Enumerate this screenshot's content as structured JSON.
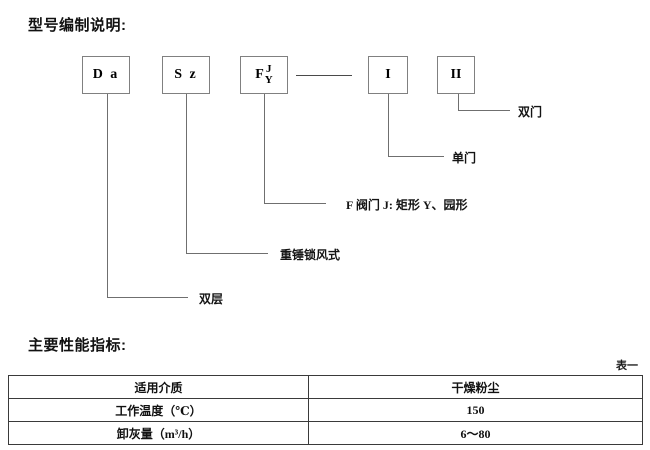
{
  "document": {
    "sections": [
      {
        "id": "model-code",
        "heading": "型号编制说明:"
      },
      {
        "id": "performance",
        "heading": "主要性能指标:"
      }
    ]
  },
  "model_diagram": {
    "heading": "型号编制说明:",
    "boxes": [
      {
        "id": "box-da",
        "text": "D a",
        "type": "plain"
      },
      {
        "id": "box-sz",
        "text": "S z",
        "type": "plain"
      },
      {
        "id": "box-f",
        "text": "F",
        "stacked_top": "J",
        "stacked_bottom": "Y",
        "type": "stacked"
      },
      {
        "id": "box-i",
        "text": "I",
        "type": "plain"
      },
      {
        "id": "box-ii",
        "text": "II",
        "type": "plain"
      }
    ],
    "separator": "—",
    "leaders": [
      {
        "id": "leader-shuangmen",
        "label": "双门",
        "from_box": "box-ii"
      },
      {
        "id": "leader-danmen",
        "label": "单门",
        "from_box": "box-i"
      },
      {
        "id": "leader-famen",
        "label": "F 阀门 J: 矩形  Y、园形",
        "from_box": "box-f"
      },
      {
        "id": "leader-zhongchui",
        "label": "重锤锁风式",
        "from_box": "box-sz"
      },
      {
        "id": "leader-shuangceng",
        "label": "双层",
        "from_box": "box-da"
      }
    ]
  },
  "performance": {
    "heading": "主要性能指标:",
    "table_caption": "表一",
    "table": {
      "rows": [
        {
          "label": "适用介质",
          "value": "干燥粉尘"
        },
        {
          "label": "工作温度（℃）",
          "value": "150"
        },
        {
          "label": "卸灰量（m³/h）",
          "value": "6～80"
        }
      ]
    }
  },
  "colors": {
    "page_background": "#ffffff",
    "text": "#111111",
    "line": "#6f6f6f",
    "table_border": "#3a3a3a",
    "box_border": "#808080"
  }
}
